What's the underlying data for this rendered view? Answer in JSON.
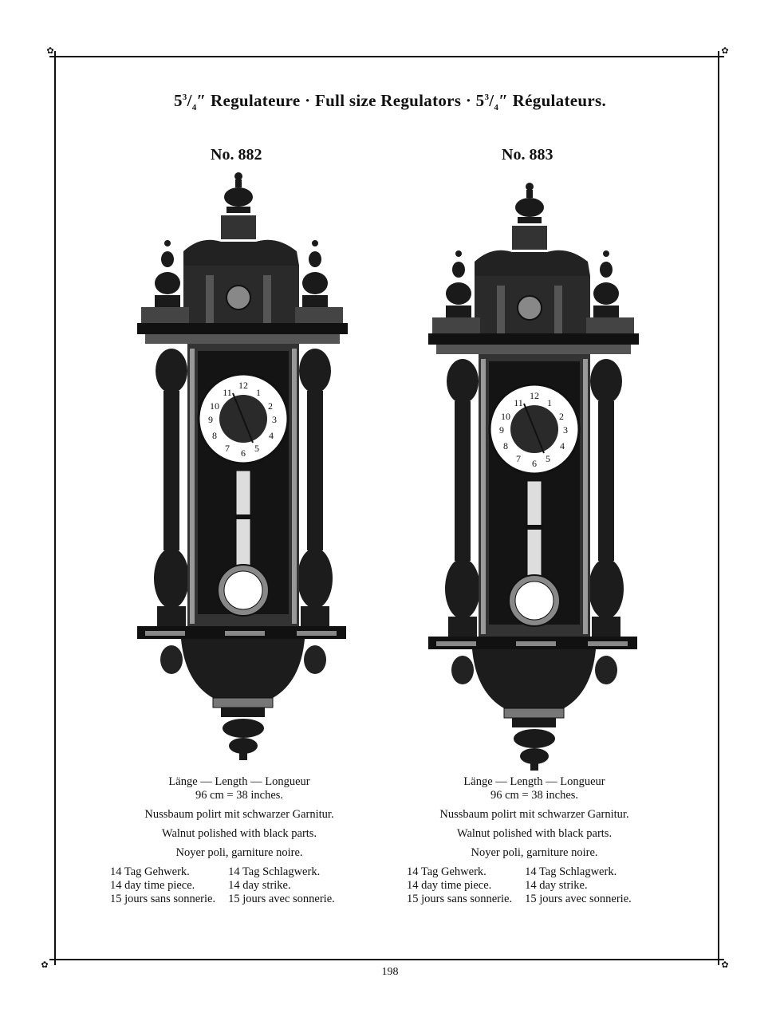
{
  "header": {
    "title_parts": [
      "5",
      "3",
      "/",
      "4",
      "″ Regulateure  ·  Full size Regulators  ·  5",
      "3",
      "/",
      "4",
      "″ Régulateurs."
    ],
    "title_text": "5¾″ Regulateure · Full size Regulators · 5¾″ Régulateurs."
  },
  "products": [
    {
      "model": "No. 882",
      "length_label": "Länge — Length — Longueur",
      "length_value": "96 cm = 38 inches.",
      "desc_de": "Nussbaum polirt mit schwarzer Garnitur.",
      "desc_en": "Walnut polished with black parts.",
      "desc_fr": "Noyer poli, garniture noire.",
      "left_col": [
        "14 Tag Gehwerk.",
        "14 day time piece.",
        "15 jours sans sonnerie."
      ],
      "right_col": [
        "14 Tag Schlagwerk.",
        "14 day strike.",
        "15 jours avec sonnerie."
      ]
    },
    {
      "model": "No. 883",
      "length_label": "Länge — Length — Longueur",
      "length_value": "96 cm = 38 inches.",
      "desc_de": "Nussbaum polirt mit schwarzer Garnitur.",
      "desc_en": "Walnut polished with black parts.",
      "desc_fr": "Noyer poli, garniture noire.",
      "left_col": [
        "14 Tag Gehwerk.",
        "14 day time piece.",
        "15 jours sans sonnerie."
      ],
      "right_col": [
        "14 Tag Schlagwerk.",
        "14 day strike.",
        "15 jours avec sonnerie."
      ]
    }
  ],
  "page_number": "198",
  "colors": {
    "ink": "#111111",
    "paper": "#ffffff"
  }
}
